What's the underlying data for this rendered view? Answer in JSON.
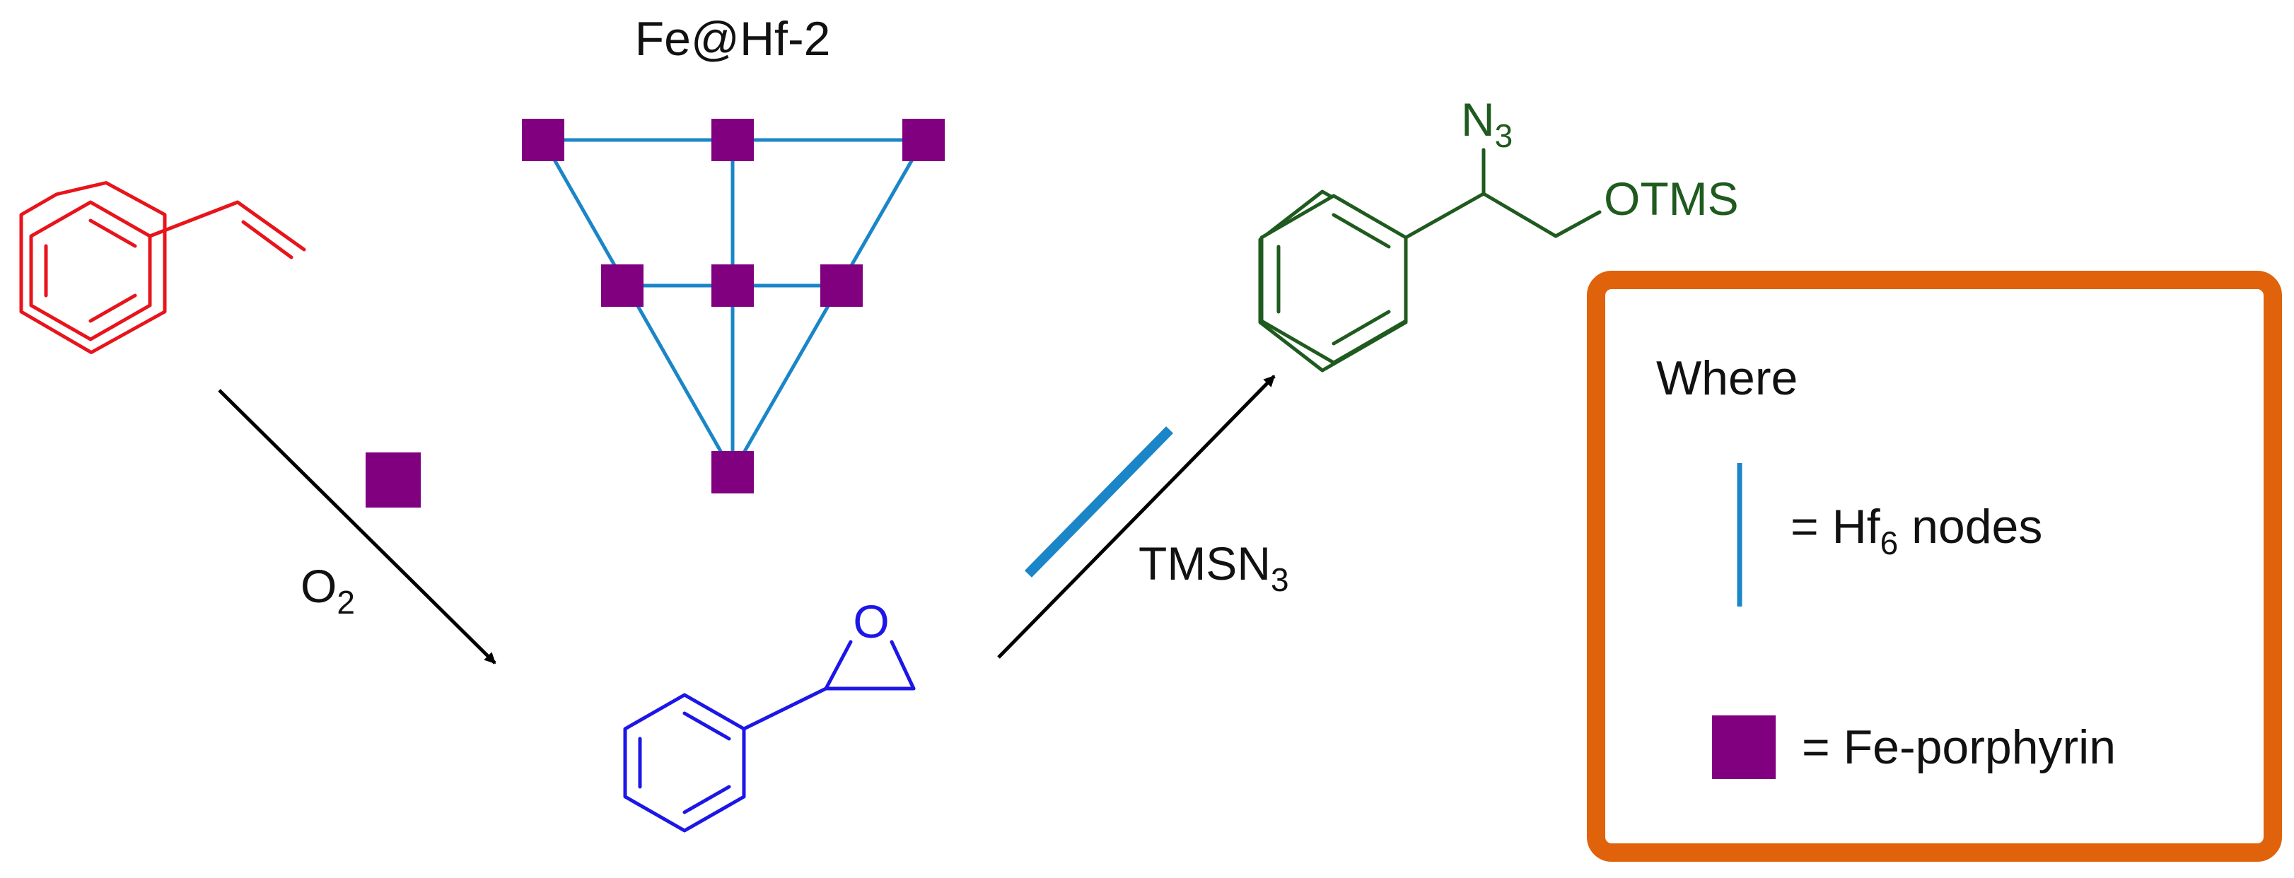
{
  "colors": {
    "styrene": "#e8141b",
    "epoxide": "#1c16e6",
    "product": "#1f5a1f",
    "framework_edge": "#1a86c8",
    "porphyrin": "#800080",
    "legend_border": "#e0620a",
    "arrow": "#000000",
    "text": "#111111"
  },
  "framework": {
    "title": "Fe@Hf-2"
  },
  "step1": {
    "reagent_main": "O",
    "reagent_sub": "2"
  },
  "epoxide": {
    "oxygen": "O"
  },
  "step2": {
    "reagent_main": "TMSN",
    "reagent_sub": "3"
  },
  "product": {
    "azide_main": "N",
    "azide_sub": "3",
    "silyl_ether": "OTMS"
  },
  "legend": {
    "heading": "Where",
    "node_label_pre": "= Hf",
    "node_label_sub": "6",
    "node_label_post": " nodes",
    "porphyrin_label": "= Fe-porphyrin"
  }
}
